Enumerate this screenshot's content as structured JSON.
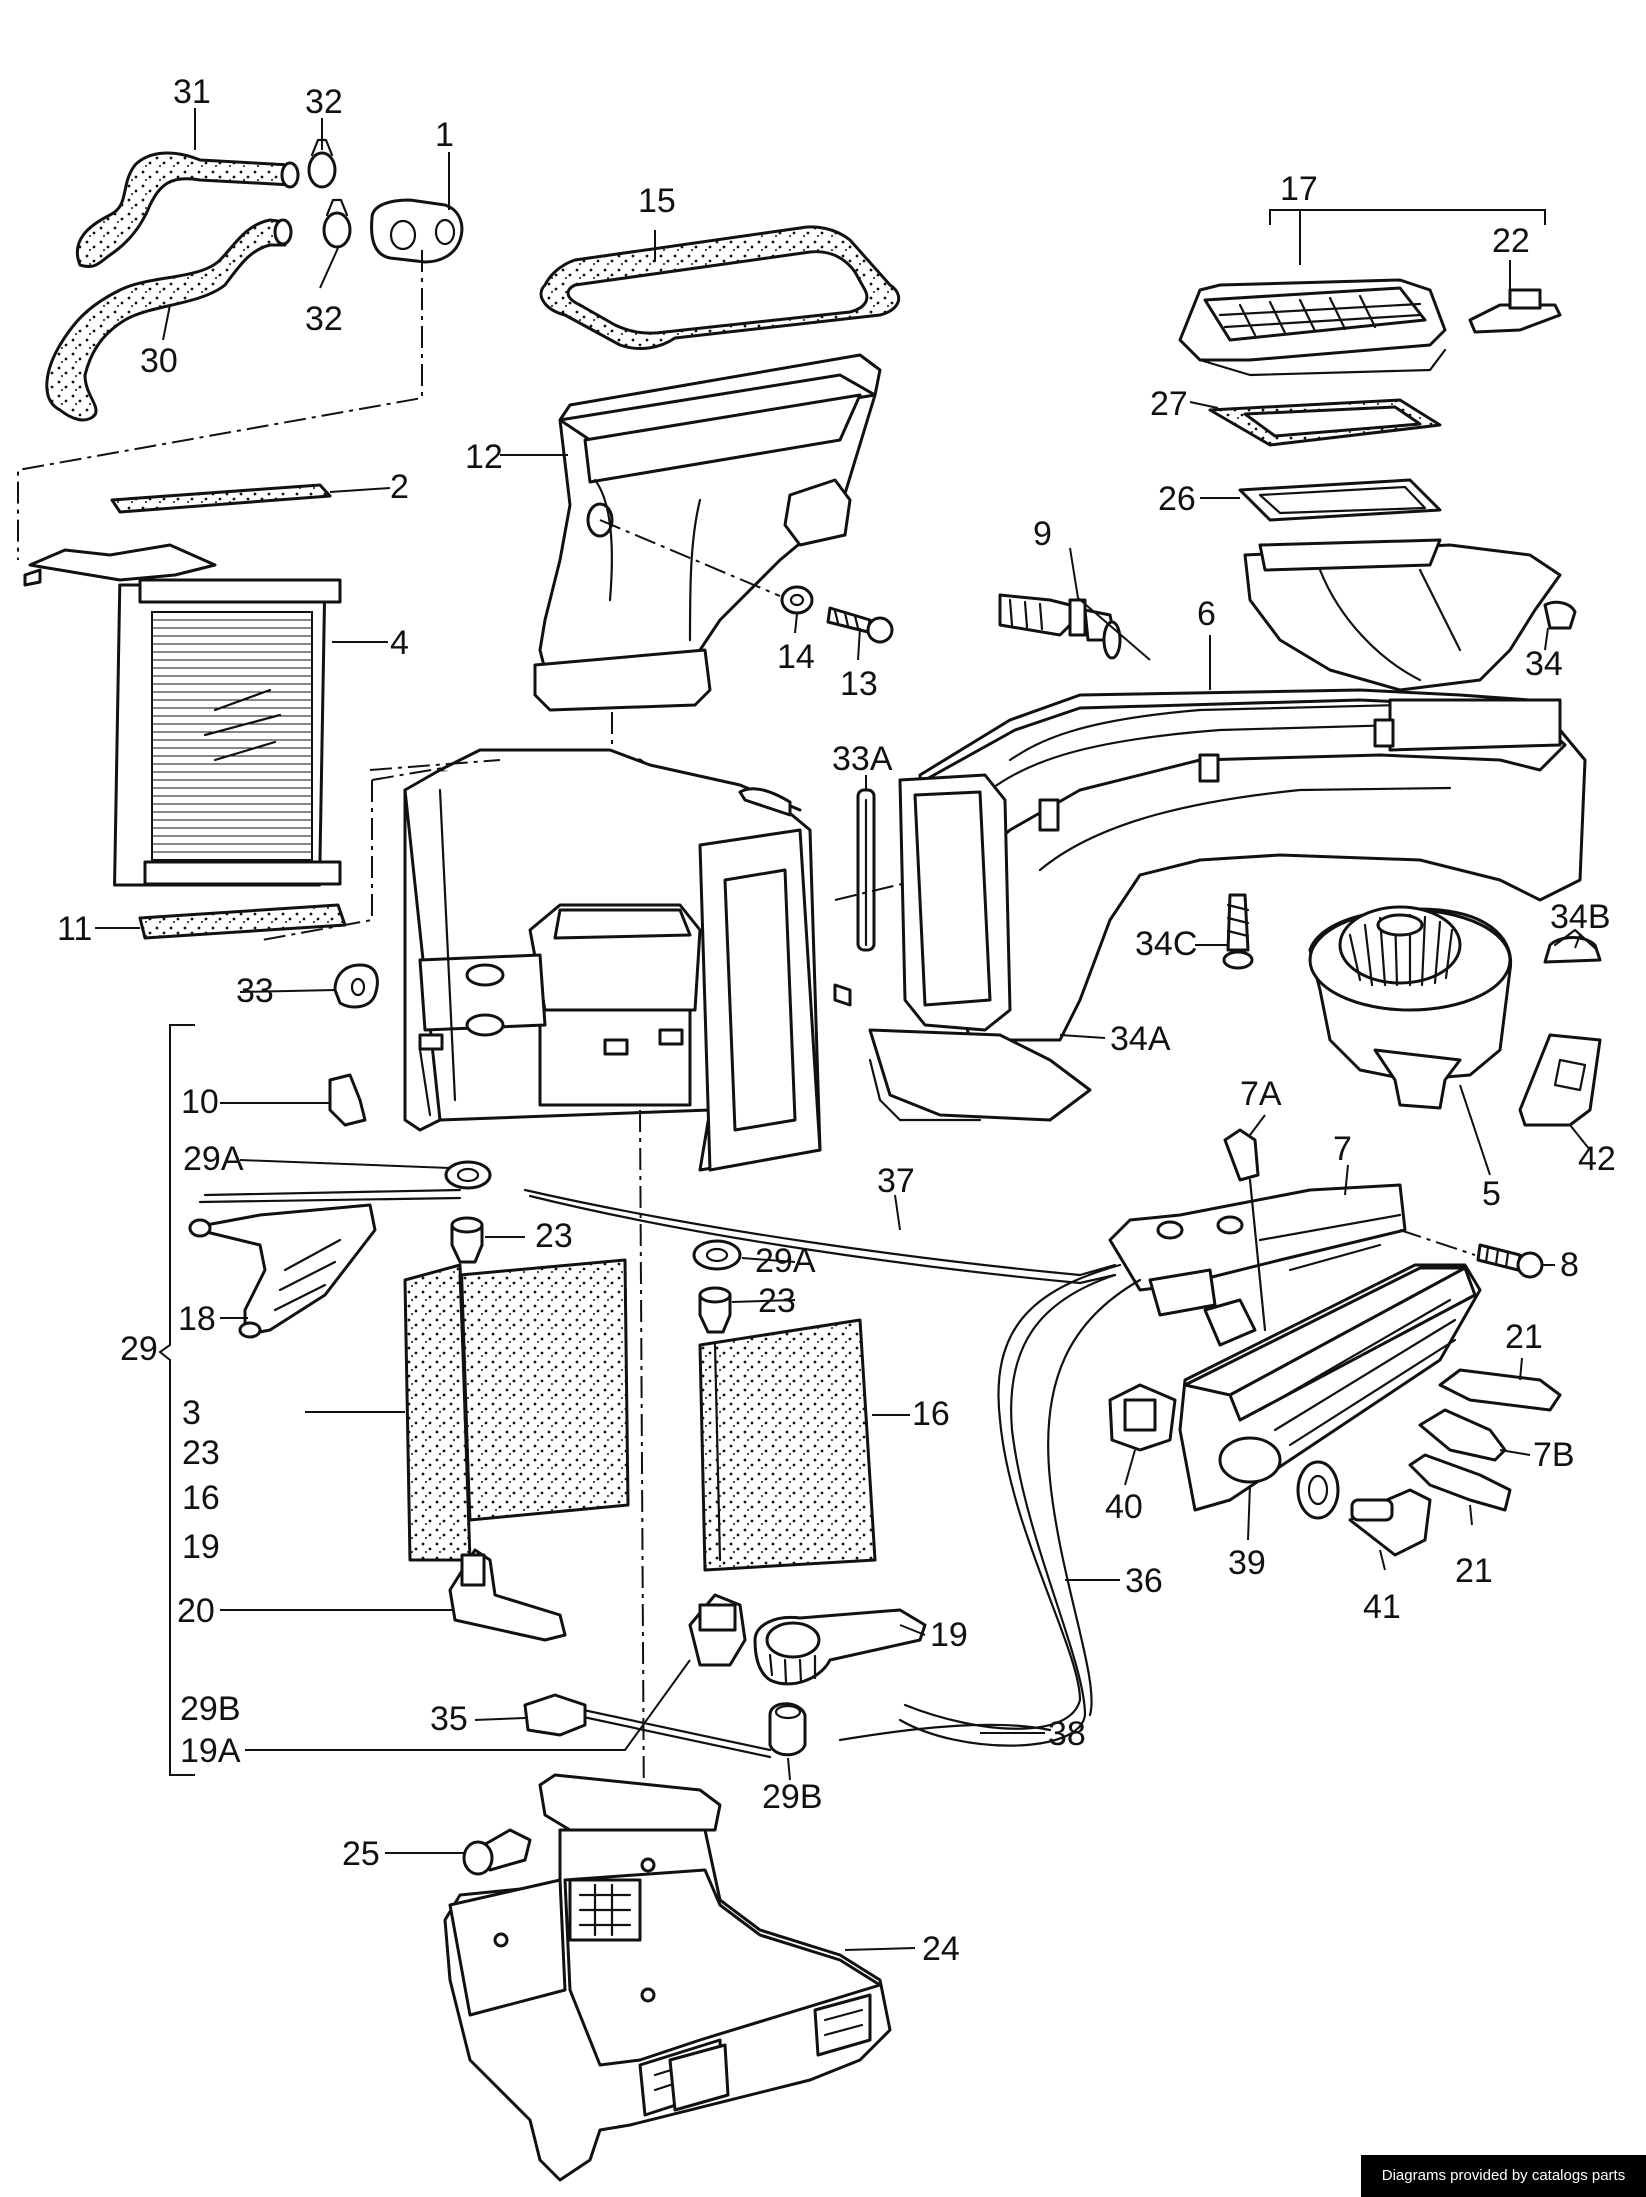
{
  "labels": {
    "p1": "1",
    "p2": "2",
    "p3": "3",
    "p4": "4",
    "p5": "5",
    "p6": "6",
    "p7": "7",
    "p7a": "7A",
    "p7b": "7B",
    "p8": "8",
    "p9": "9",
    "p10": "10",
    "p11": "11",
    "p12": "12",
    "p13": "13",
    "p14": "14",
    "p15": "15",
    "p16": "16",
    "p16_group": "16",
    "p17": "17",
    "p18": "18",
    "p19": "19",
    "p19_group": "19",
    "p19a": "19A",
    "p20": "20",
    "p21_top": "21",
    "p21_bottom": "21",
    "p22": "22",
    "p23_left": "23",
    "p23_right": "23",
    "p23_group": "23",
    "p24": "24",
    "p25": "25",
    "p26": "26",
    "p27": "27",
    "p29": "29",
    "p29a_left": "29A",
    "p29a_right": "29A",
    "p29b": "29B",
    "p29b_group": "29B",
    "p30": "30",
    "p31": "31",
    "p32_top": "32",
    "p32_bottom": "32",
    "p33": "33",
    "p33a": "33A",
    "p34": "34",
    "p34a": "34A",
    "p34b": "34B",
    "p34c": "34C",
    "p35": "35",
    "p36": "36",
    "p37": "37",
    "p38": "38",
    "p39": "39",
    "p40": "40",
    "p41": "41",
    "p42": "42"
  },
  "credit": "Diagrams provided by catalogs parts"
}
